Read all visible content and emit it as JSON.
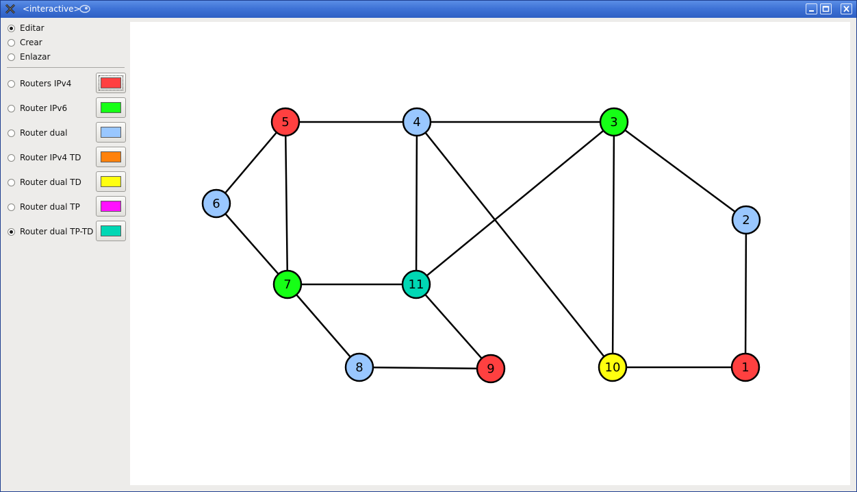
{
  "window": {
    "title": "<interactive>",
    "colors": {
      "titlebar": "#3f73d6",
      "panel": "#edecea",
      "canvas": "#ffffff"
    }
  },
  "modes": [
    {
      "label": "Editar",
      "selected": true
    },
    {
      "label": "Crear",
      "selected": false
    },
    {
      "label": "Enlazar",
      "selected": false
    }
  ],
  "router_types": [
    {
      "label": "Routers IPv4",
      "color": "#ff4040",
      "selected": false,
      "focused": true
    },
    {
      "label": "Router IPv6",
      "color": "#16ff16",
      "selected": false,
      "focused": false
    },
    {
      "label": "Router dual",
      "color": "#99c7ff",
      "selected": false,
      "focused": false
    },
    {
      "label": "Router IPv4 TD",
      "color": "#ff820c",
      "selected": false,
      "focused": false
    },
    {
      "label": "Router dual TD",
      "color": "#ffff0f",
      "selected": false,
      "focused": false
    },
    {
      "label": "Router dual TP",
      "color": "#ff11ff",
      "selected": false,
      "focused": false
    },
    {
      "label": "Router dual TP-TD",
      "color": "#00d7b4",
      "selected": true,
      "focused": false
    }
  ],
  "graph": {
    "nodes": [
      {
        "label": "1",
        "type": "Routers IPv4"
      },
      {
        "label": "2",
        "type": "Router dual"
      },
      {
        "label": "3",
        "type": "Router IPv6"
      },
      {
        "label": "4",
        "type": "Router dual"
      },
      {
        "label": "5",
        "type": "Routers IPv4"
      },
      {
        "label": "6",
        "type": "Router dual"
      },
      {
        "label": "7",
        "type": "Router IPv6"
      },
      {
        "label": "8",
        "type": "Router dual"
      },
      {
        "label": "9",
        "type": "Routers IPv4"
      },
      {
        "label": "10",
        "type": "Router dual TD"
      },
      {
        "label": "11",
        "type": "Router dual TP-TD"
      }
    ],
    "edges": [
      [
        "5",
        "4"
      ],
      [
        "4",
        "3"
      ],
      [
        "3",
        "2"
      ],
      [
        "2",
        "1"
      ],
      [
        "1",
        "10"
      ],
      [
        "3",
        "10"
      ],
      [
        "4",
        "10"
      ],
      [
        "4",
        "11"
      ],
      [
        "3",
        "11"
      ],
      [
        "5",
        "6"
      ],
      [
        "5",
        "7"
      ],
      [
        "6",
        "7"
      ],
      [
        "7",
        "11"
      ],
      [
        "7",
        "8"
      ],
      [
        "11",
        "9"
      ],
      [
        "8",
        "9"
      ]
    ]
  }
}
